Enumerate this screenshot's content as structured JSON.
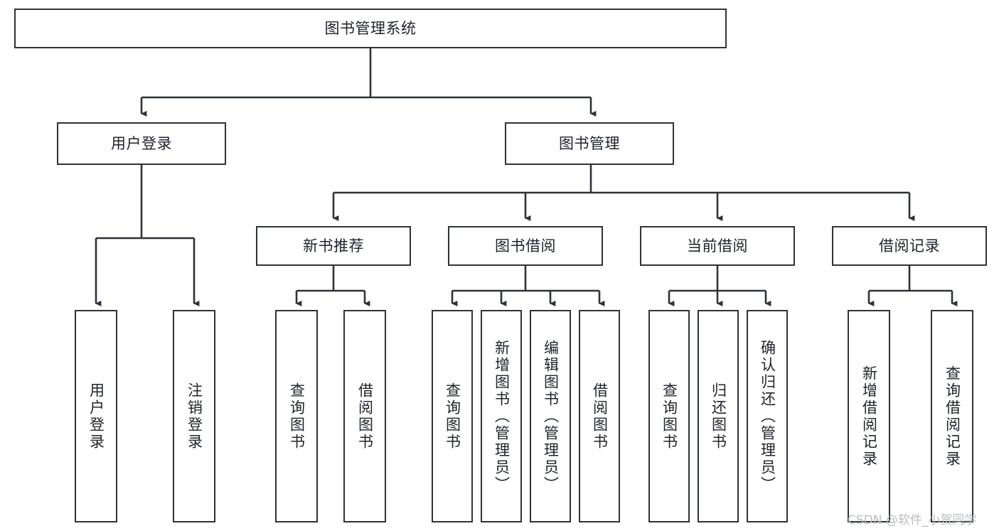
{
  "diagram": {
    "type": "tree",
    "title": "图书管理系统",
    "watermark": "CSDN @软件_小贺同学",
    "colors": {
      "background": "#ffffff",
      "box_border": "#2f3338",
      "box_fill": "#ffffff",
      "text": "#20242b",
      "edge": "#2f3338",
      "watermark": "#b9bcc1"
    },
    "nodes": {
      "root": {
        "label": "图书管理系统",
        "orientation": "horizontal"
      },
      "level2": [
        {
          "id": "user-login",
          "label": "用户登录",
          "orientation": "horizontal"
        },
        {
          "id": "book-manage",
          "label": "图书管理",
          "orientation": "horizontal"
        }
      ],
      "level3": [
        {
          "id": "new-book-recommend",
          "label": "新书推荐",
          "orientation": "horizontal"
        },
        {
          "id": "book-borrow",
          "label": "图书借阅",
          "orientation": "horizontal"
        },
        {
          "id": "current-borrow",
          "label": "当前借阅",
          "orientation": "horizontal"
        },
        {
          "id": "borrow-record",
          "label": "借阅记录",
          "orientation": "horizontal"
        }
      ],
      "leaves": [
        {
          "id": "leaf-user-login",
          "label": "用户登录",
          "parent": "user-login",
          "orientation": "vertical"
        },
        {
          "id": "leaf-user-logout",
          "label": "注销登录",
          "parent": "user-login",
          "orientation": "vertical"
        },
        {
          "id": "leaf-query-book-1",
          "label": "查询图书",
          "parent": "new-book-recommend",
          "orientation": "vertical"
        },
        {
          "id": "leaf-borrow-book-1",
          "label": "借阅图书",
          "parent": "new-book-recommend",
          "orientation": "vertical"
        },
        {
          "id": "leaf-query-book-2",
          "label": "查询图书",
          "parent": "book-borrow",
          "orientation": "vertical"
        },
        {
          "id": "leaf-add-book",
          "label": "新增图书（管理员）",
          "parent": "book-borrow",
          "orientation": "vertical"
        },
        {
          "id": "leaf-edit-book",
          "label": "编辑图书（管理员）",
          "parent": "book-borrow",
          "orientation": "vertical"
        },
        {
          "id": "leaf-borrow-book-2",
          "label": "借阅图书",
          "parent": "book-borrow",
          "orientation": "vertical"
        },
        {
          "id": "leaf-query-book-3",
          "label": "查询图书",
          "parent": "current-borrow",
          "orientation": "vertical"
        },
        {
          "id": "leaf-return-book",
          "label": "归还图书",
          "parent": "current-borrow",
          "orientation": "vertical"
        },
        {
          "id": "leaf-confirm-return",
          "label": "确认归还（管理员）",
          "parent": "current-borrow",
          "orientation": "vertical"
        },
        {
          "id": "leaf-add-record",
          "label": "新增借阅记录",
          "parent": "borrow-record",
          "orientation": "vertical"
        },
        {
          "id": "leaf-query-record",
          "label": "查询借阅记录",
          "parent": "borrow-record",
          "orientation": "vertical"
        }
      ]
    }
  }
}
